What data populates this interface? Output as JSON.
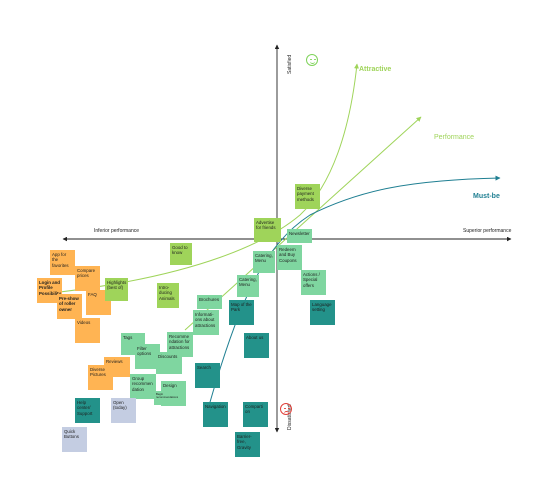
{
  "axes": {
    "x_left": "Inferior performance",
    "x_right": "Superior performance",
    "y_top": "Satisfied",
    "y_bottom": "Dissatisfied"
  },
  "curves": {
    "attractive": {
      "label": "Attractive",
      "color": "#9fd45a"
    },
    "performance": {
      "label": "Performance",
      "color": "#9fd45a"
    },
    "must_be": {
      "label": "Must-be",
      "color": "#1f7f92"
    }
  },
  "colors": {
    "axis": "#222222",
    "orange": "#ffb453",
    "light_green": "#9fd45a",
    "mint": "#7fd6a0",
    "teal": "#23928a",
    "light_blue": "#c4cde2",
    "yellow_green": "#c9dd6b"
  },
  "icons": {
    "satisfied": "smiley-face-icon",
    "dissatisfied": "sad-face-icon"
  },
  "notes": [
    {
      "text": "Good to know",
      "color": "#9fd45a"
    },
    {
      "text": "App for the favorites",
      "color": "#ffb453"
    },
    {
      "text": "Compare prices",
      "color": "#ffb453"
    },
    {
      "text": "Login and Profile Possibility",
      "color": "#ffb453"
    },
    {
      "text": "Pre-show of roller owner",
      "color": "#ffb453"
    },
    {
      "text": "FAQ",
      "color": "#ffb453"
    },
    {
      "text": "Highlights (best of)",
      "color": "#9fd45a"
    },
    {
      "text": "Videos",
      "color": "#ffb453"
    },
    {
      "text": "Intro-ducing Animals",
      "color": "#9fd45a"
    },
    {
      "text": "Brochures",
      "color": "#7fd6a0"
    },
    {
      "text": "Informati-ons about attractions",
      "color": "#7fd6a0"
    },
    {
      "text": "Catering, Menu",
      "color": "#7fd6a0"
    },
    {
      "text": "Advertise for friends",
      "color": "#9fd45a"
    },
    {
      "text": "Newsletter",
      "color": "#7fd6a0"
    },
    {
      "text": "Diverse payment methods",
      "color": "#9fd45a"
    },
    {
      "text": "Catering, Menu",
      "color": "#7fd6a0"
    },
    {
      "text": "Redeem and Buy Coupons",
      "color": "#7fd6a0"
    },
    {
      "text": "Actions / Special offers",
      "color": "#7fd6a0"
    },
    {
      "text": "Map of the Park",
      "color": "#23928a"
    },
    {
      "text": "Language setting",
      "color": "#23928a"
    },
    {
      "text": "Tags",
      "color": "#7fd6a0"
    },
    {
      "text": "Filter options",
      "color": "#7fd6a0"
    },
    {
      "text": "Recomme ndation for attractions",
      "color": "#7fd6a0"
    },
    {
      "text": "Discounts",
      "color": "#7fd6a0"
    },
    {
      "text": "About us",
      "color": "#23928a"
    },
    {
      "text": "Reviews",
      "color": "#ffb453"
    },
    {
      "text": "Diverse Pictures",
      "color": "#ffb453"
    },
    {
      "text": "Group recommen dation",
      "color": "#7fd6a0"
    },
    {
      "text": "Search",
      "color": "#23928a"
    },
    {
      "text": "Design",
      "color": "#7fd6a0"
    },
    {
      "text": "Begin recommendations",
      "color": "#7fd6a0"
    },
    {
      "text": "Help center/ Support",
      "color": "#23928a"
    },
    {
      "text": "Open (today)",
      "color": "#c4cde2"
    },
    {
      "text": "Navigation",
      "color": "#23928a"
    },
    {
      "text": "Comparti on",
      "color": "#23928a"
    },
    {
      "text": "Quick Buttons",
      "color": "#c4cde2"
    },
    {
      "text": "Barrier-free, Gravity",
      "color": "#23928a"
    }
  ]
}
